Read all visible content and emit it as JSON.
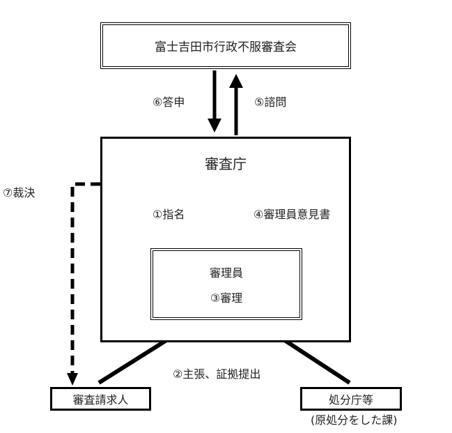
{
  "boxes": {
    "council": "富士吉田市行政不服審査会",
    "agency": "審査庁",
    "examiner": "審理員",
    "examination": "③審理",
    "claimant": "審査請求人",
    "disposal_agency": "処分庁等",
    "disposal_note": "(原処分をした課)"
  },
  "labels": {
    "report": "⑥答申",
    "consult": "⑤諮問",
    "ruling": "⑦裁決",
    "designate": "①指名",
    "opinion": "④審理員意見書",
    "claims": "②主張、証拠提出"
  }
}
